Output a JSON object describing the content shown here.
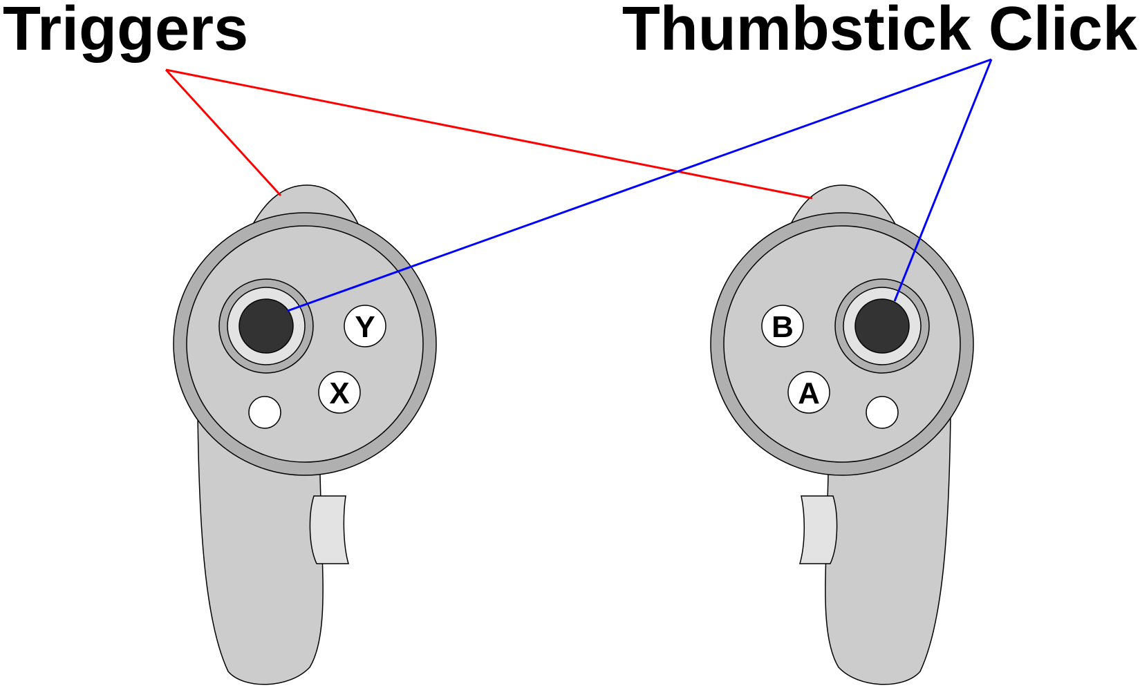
{
  "labels": {
    "triggers": "Triggers",
    "thumbstick_click": "Thumbstick Click"
  },
  "buttons": {
    "left_top": "Y",
    "left_bottom": "X",
    "right_top": "B",
    "right_bottom": "A"
  },
  "colors": {
    "triggers_line": "#ff0000",
    "thumbstick_line": "#0000ff",
    "controller_body": "#cccccc",
    "controller_ring": "#b0b0b0",
    "thumbstick": "#333333",
    "trigger_pad": "#e3e3e3",
    "button_face": "#ffffff",
    "outline": "#000000"
  },
  "icons": {
    "left_controller": "left-touch-controller-icon",
    "right_controller": "right-touch-controller-icon"
  }
}
